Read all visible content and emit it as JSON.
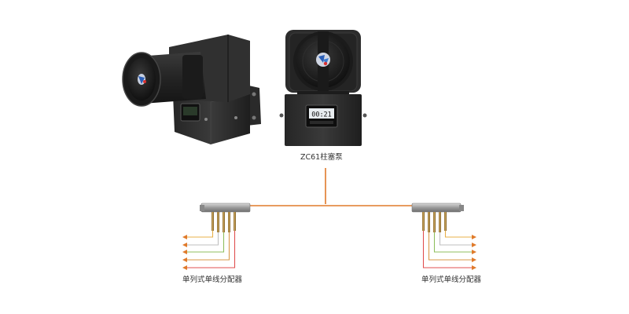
{
  "pump": {
    "label": "ZC61柱塞泵",
    "display_text": "00:21"
  },
  "distributors": [
    {
      "label": "单列式单线分配器"
    },
    {
      "label": "单列式单线分配器"
    }
  ],
  "colors": {
    "main_line": "#e07a2a",
    "pump_body": "#2f2f2f",
    "brass": "#b5893a",
    "manifold": "#a6a6a6",
    "output_lines": [
      "#e8b04a",
      "#bfbfbf",
      "#8fbf5f",
      "#d99a4a",
      "#e05050"
    ]
  }
}
